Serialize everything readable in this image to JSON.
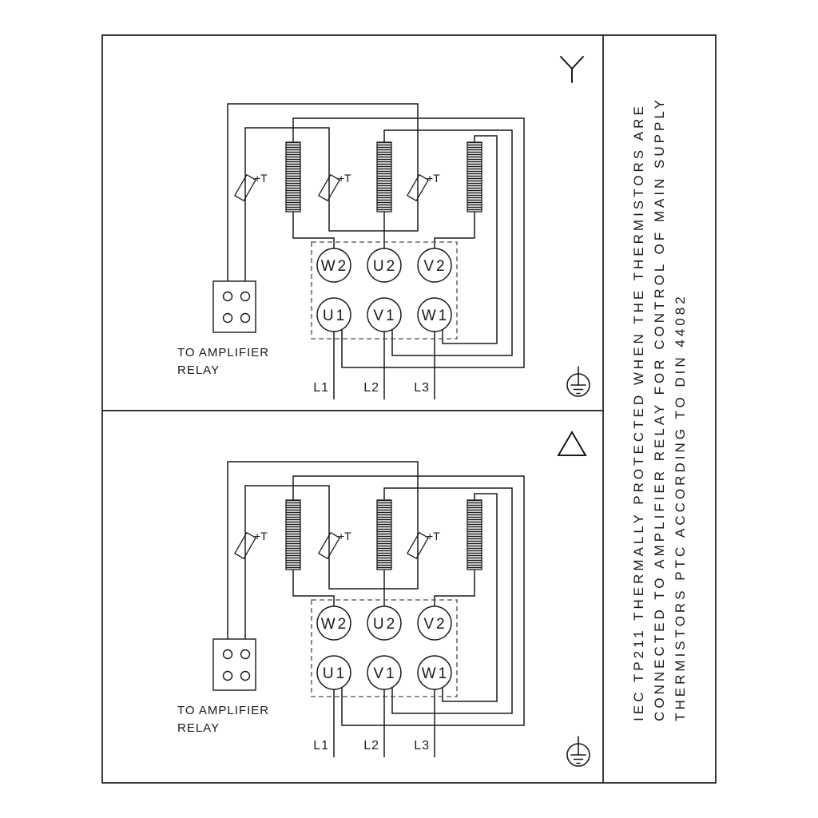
{
  "note": {
    "line1": "IEC TP211 THERMALLY PROTECTED WHEN THE THERMISTORS ARE",
    "line2": "CONNECTED TO AMPLIFIER RELAY FOR CONTROL OF MAIN SUPPLY",
    "line3": "THERMISTORS PTC ACCORDING TO DIN 44082"
  },
  "diagram": {
    "thermistor_label": "+T",
    "amplifier_label": {
      "line1": "TO AMPLIFIER",
      "line2": "RELAY"
    },
    "terminals_top": [
      "W2",
      "U2",
      "V2"
    ],
    "terminals_bottom": [
      "U1",
      "V1",
      "W1"
    ],
    "supply_lines": [
      "L1",
      "L2",
      "L3"
    ]
  },
  "sections": [
    {
      "name": "star",
      "symbol_icon": "star-y-symbol"
    },
    {
      "name": "delta",
      "symbol_icon": "delta-triangle-symbol"
    }
  ],
  "colors": {
    "line": "#1a1a1a",
    "background": "#ffffff"
  }
}
